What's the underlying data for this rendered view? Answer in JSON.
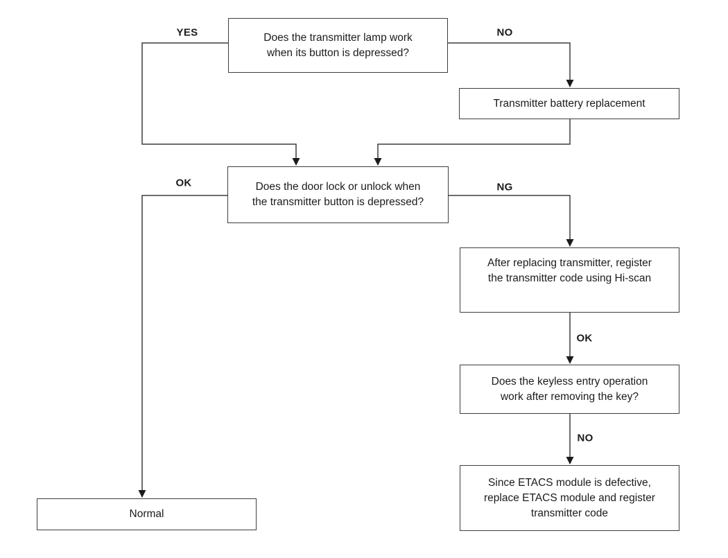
{
  "diagram": {
    "title": "Keyless entry transmitter troubleshooting flowchart",
    "colors": {
      "background": "#ffffff",
      "line": "#3d3d3d",
      "text": "#1b1b1b"
    },
    "nodes": {
      "q_lamp": {
        "label": "Does the transmitter lamp work\nwhen its button is depressed?"
      },
      "battery": {
        "label": "Transmitter battery replacement"
      },
      "q_door": {
        "label": "Does the door lock or unlock when\nthe transmitter button is depressed?"
      },
      "hiscan": {
        "label": "After replacing transmitter, register\nthe transmitter code using Hi-scan"
      },
      "q_keyless": {
        "label": "Does the keyless entry operation\nwork after removing the key?"
      },
      "etacs": {
        "label": "Since ETACS module is defective,\nreplace ETACS module and register\ntransmitter code"
      },
      "normal": {
        "label": "Normal"
      }
    },
    "edge_labels": {
      "yes": "YES",
      "no_top": "NO",
      "ok_left": "OK",
      "ng": "NG",
      "ok_mid": "OK",
      "no_bottom": "NO"
    }
  }
}
